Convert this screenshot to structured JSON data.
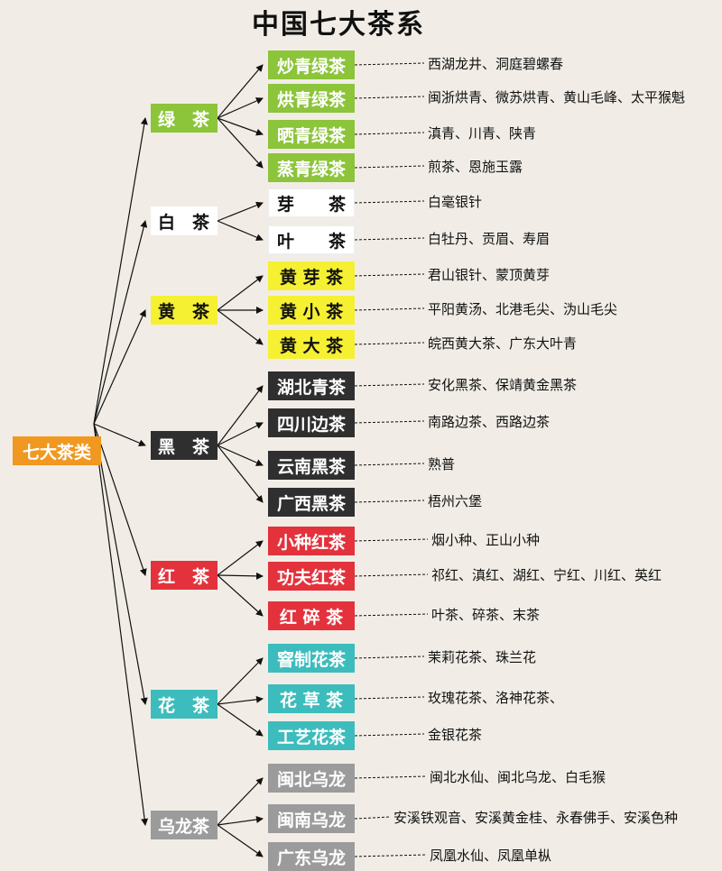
{
  "title": "中国七大茶系",
  "root": {
    "label": "七大茶类",
    "color": "#f0981f"
  },
  "categories": [
    {
      "label": "绿　茶",
      "bg": "#8cc43a",
      "fg": "#ffffff",
      "subs": [
        {
          "label": "炒青绿茶",
          "examples": "西湖龙井、洞庭碧螺春"
        },
        {
          "label": "烘青绿茶",
          "examples": "闽浙烘青、微苏烘青、黄山毛峰、太平猴魁"
        },
        {
          "label": "晒青绿茶",
          "examples": "滇青、川青、陕青"
        },
        {
          "label": "蒸青绿茶",
          "examples": "煎茶、恩施玉露"
        }
      ]
    },
    {
      "label": "白　茶",
      "bg": "#ffffff",
      "fg": "#111111",
      "subs": [
        {
          "label": "芽　　茶",
          "examples": "白毫银针"
        },
        {
          "label": "叶　　茶",
          "examples": "白牡丹、贡眉、寿眉"
        }
      ]
    },
    {
      "label": "黄　茶",
      "bg": "#f5f032",
      "fg": "#111111",
      "subs": [
        {
          "label": "黄 芽 茶",
          "examples": "君山银针、蒙顶黄芽"
        },
        {
          "label": "黄 小 茶",
          "examples": "平阳黄汤、北港毛尖、沩山毛尖"
        },
        {
          "label": "黄 大 茶",
          "examples": "皖西黄大茶、广东大叶青"
        }
      ]
    },
    {
      "label": "黑　茶",
      "bg": "#2f2f2f",
      "fg": "#ffffff",
      "subs": [
        {
          "label": "湖北青茶",
          "examples": "安化黑茶、保靖黄金黑茶"
        },
        {
          "label": "四川边茶",
          "examples": "南路边茶、西路边茶"
        },
        {
          "label": "云南黑茶",
          "examples": "熟普"
        },
        {
          "label": "广西黑茶",
          "examples": "梧州六堡"
        }
      ]
    },
    {
      "label": "红　茶",
      "bg": "#e3323c",
      "fg": "#ffffff",
      "subs": [
        {
          "label": "小种红茶",
          "examples": "烟小种、正山小种"
        },
        {
          "label": "功夫红茶",
          "examples": "祁红、滇红、湖红、宁红、川红、英红"
        },
        {
          "label": "红 碎 茶",
          "examples": "叶茶、碎茶、末茶"
        }
      ]
    },
    {
      "label": "花　茶",
      "bg": "#3cbcbc",
      "fg": "#ffffff",
      "subs": [
        {
          "label": "窨制花茶",
          "examples": "茉莉花茶、珠兰花"
        },
        {
          "label": "花 草 茶",
          "examples": "玫瑰花茶、洛神花茶、"
        },
        {
          "label": "工艺花茶",
          "examples": "金银花茶"
        }
      ]
    },
    {
      "label": "乌龙茶",
      "bg": "#9b9b9b",
      "fg": "#ffffff",
      "subs": [
        {
          "label": "闽北乌龙",
          "examples": "闽北水仙、闽北乌龙、白毛猴"
        },
        {
          "label": "闽南乌龙",
          "examples": "安溪铁观音、安溪黄金桂、永春佛手、安溪色种"
        },
        {
          "label": "广东乌龙",
          "examples": "凤凰水仙、凤凰单枞"
        }
      ]
    }
  ]
}
